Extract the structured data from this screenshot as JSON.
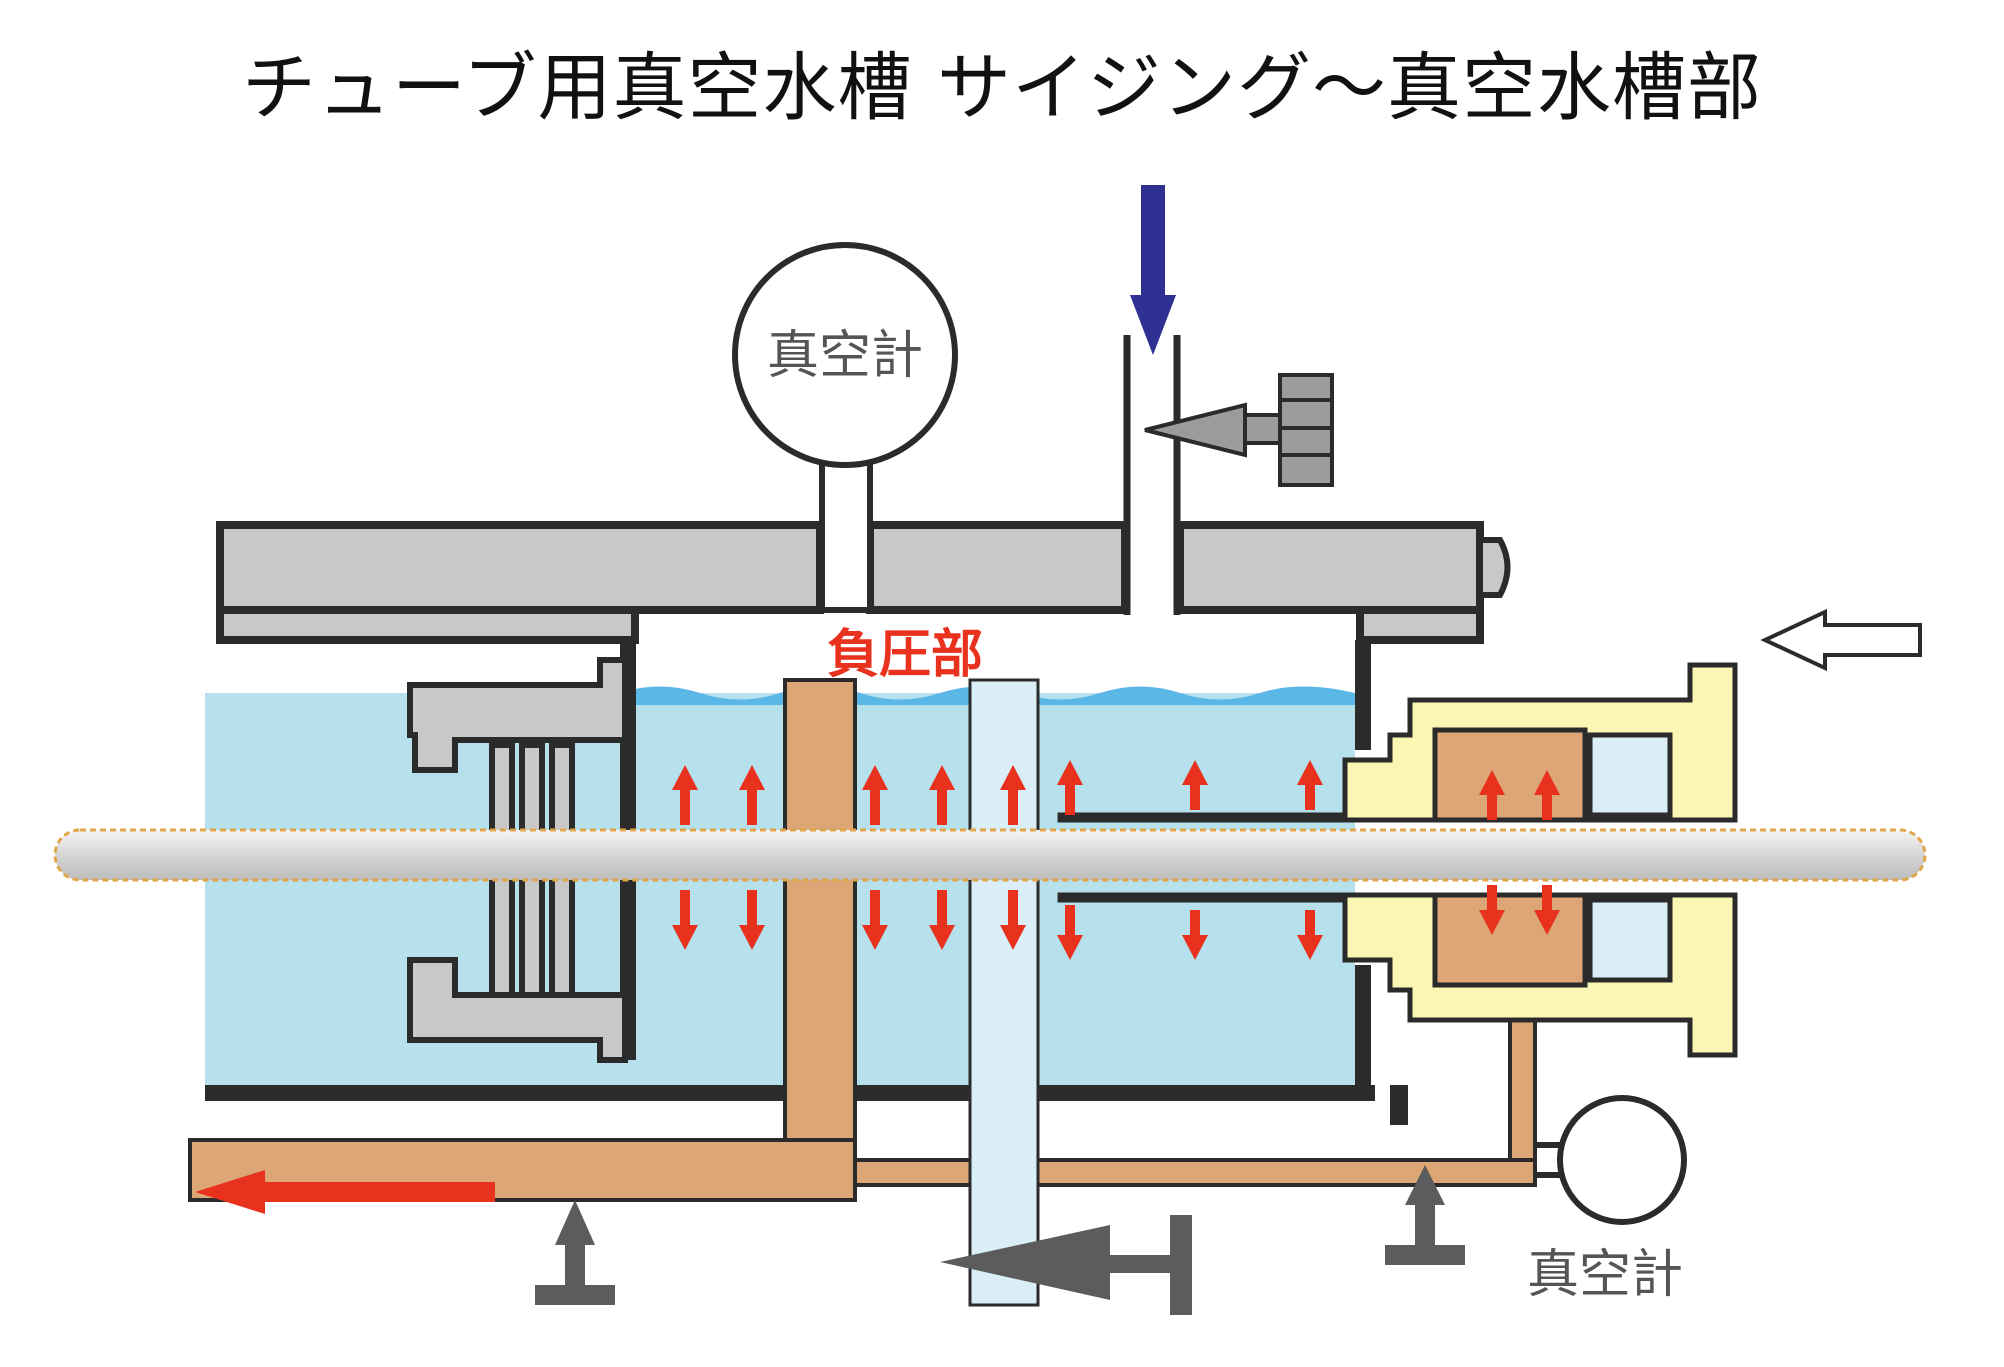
{
  "title": "チューブ用真空水槽 サイジング～真空水槽部",
  "labels": {
    "vacuum_gauge_top": "真空計",
    "vacuum_gauge_bottom": "真空計",
    "negative_pressure_zone": "負圧部"
  },
  "colors": {
    "water": "#b6e0ec",
    "water_surface": "#5bb8e6",
    "frame_gray": "#c8c8c8",
    "outline": "#2b2b2b",
    "brown_channel": "#dca676",
    "yellow_sizing": "#fbf6b4",
    "red_arrow": "#e8321e",
    "blue_arrow": "#2e3192",
    "tube": "#dcdcdc"
  },
  "icons": [
    "vacuum-gauge-icon",
    "blue-down-arrow-icon",
    "red-up-arrow-icon",
    "red-down-arrow-icon",
    "red-left-arrow-icon",
    "white-left-arrow-icon",
    "gray-arrow-icon"
  ]
}
